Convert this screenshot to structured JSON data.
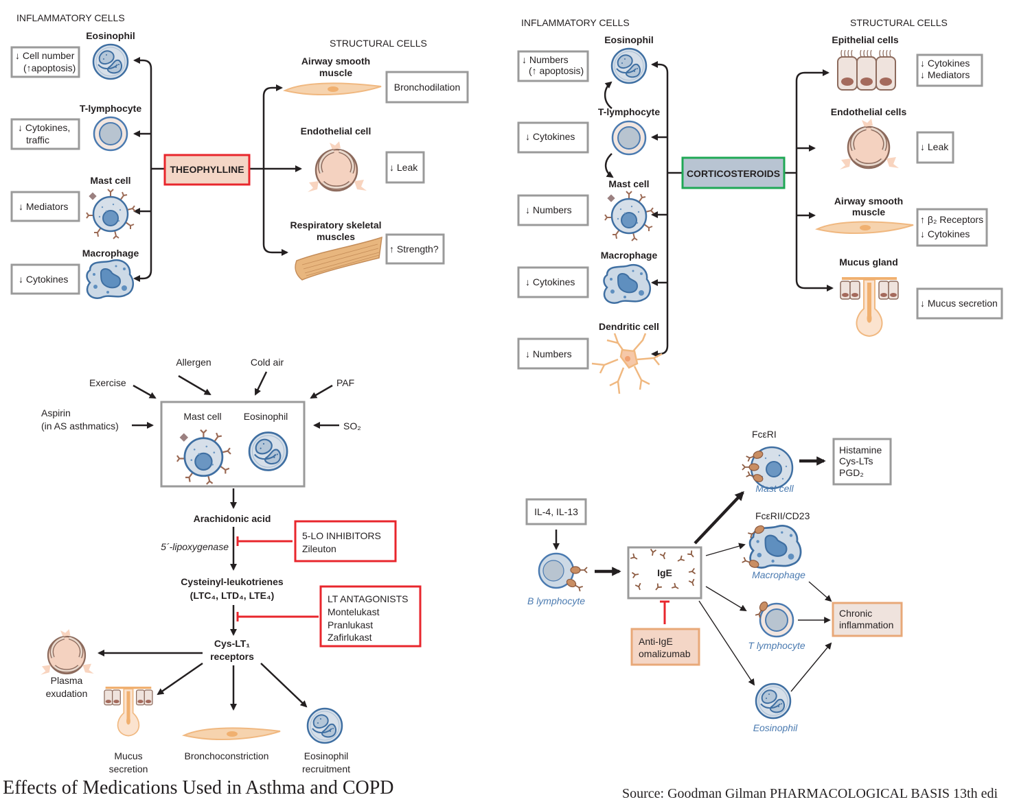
{
  "caption": {
    "title": "Effects of Medications Used in Asthma and COPD",
    "source": "Source: Goodman Gilman PHARMACOLOGICAL BASIS 13th edi"
  },
  "theophylline": {
    "drug": "THEOPHYLLINE",
    "inflammatory_header": "INFLAMMATORY CELLS",
    "structural_header": "STRUCTURAL CELLS",
    "inflammatory": [
      {
        "cell": "Eosinophil",
        "effect_lines": [
          "↓ Cell number",
          "(↑apoptosis)"
        ]
      },
      {
        "cell": "T-lymphocyte",
        "effect_lines": [
          "↓ Cytokines,",
          "traffic"
        ]
      },
      {
        "cell": "Mast cell",
        "effect_lines": [
          "↓ Mediators"
        ]
      },
      {
        "cell": "Macrophage",
        "effect_lines": [
          "↓ Cytokines"
        ]
      }
    ],
    "structural": [
      {
        "cell_lines": [
          "Airway smooth",
          "muscle"
        ],
        "effect": "Bronchodilation"
      },
      {
        "cell_lines": [
          "Endothelial cell"
        ],
        "effect": "↓ Leak"
      },
      {
        "cell_lines": [
          "Respiratory skeletal",
          "muscles"
        ],
        "effect": "↑ Strength?"
      }
    ]
  },
  "corticosteroids": {
    "drug": "CORTICOSTEROIDS",
    "inflammatory_header": "INFLAMMATORY CELLS",
    "structural_header": "STRUCTURAL CELLS",
    "inflammatory": [
      {
        "cell": "Eosinophil",
        "effect_lines": [
          "↓ Numbers",
          "(↑ apoptosis)"
        ]
      },
      {
        "cell": "T-lymphocyte",
        "effect_lines": [
          "↓  Cytokines"
        ]
      },
      {
        "cell": "Mast cell",
        "effect_lines": [
          "↓ Numbers"
        ]
      },
      {
        "cell": "Macrophage",
        "effect_lines": [
          "↓  Cytokines"
        ]
      },
      {
        "cell": "Dendritic cell",
        "effect_lines": [
          "↓ Numbers"
        ]
      }
    ],
    "structural": [
      {
        "cell_lines": [
          "Epithelial cells"
        ],
        "effect_lines": [
          "↓ Cytokines",
          "↓ Mediators"
        ]
      },
      {
        "cell_lines": [
          "Endothelial cells"
        ],
        "effect_lines": [
          "↓ Leak"
        ]
      },
      {
        "cell_lines": [
          "Airway smooth",
          "muscle"
        ],
        "effect_lines": [
          "↑ β₂ Receptors",
          "↓ Cytokines"
        ]
      },
      {
        "cell_lines": [
          "Mucus gland"
        ],
        "effect_lines": [
          "↓ Mucus secretion"
        ]
      }
    ]
  },
  "leukotriene": {
    "triggers": {
      "exercise": "Exercise",
      "allergen": "Allergen",
      "cold_air": "Cold air",
      "paf": "PAF",
      "aspirin_lines": [
        "Aspirin",
        "(in AS asthmatics)"
      ],
      "so2": "SO₂"
    },
    "cells": [
      "Mast cell",
      "Eosinophil"
    ],
    "arachidonic": "Arachidonic acid",
    "enzyme": "5´-lipoxygenase",
    "cys_lt_lines": [
      "Cysteinyl-leukotrienes",
      "(LTC₄, LTD₄, LTE₄)"
    ],
    "receptor_lines": [
      "Cys-LT₁",
      "receptors"
    ],
    "inhibitor_5lo": [
      "5-LO INHIBITORS",
      "Zileuton"
    ],
    "lt_antagonists": [
      "LT ANTAGONISTS",
      "Montelukast",
      "Pranlukast",
      "Zafirlukast"
    ],
    "outcomes": {
      "plasma": [
        "Plasma",
        "exudation"
      ],
      "mucus": [
        "Mucus",
        "secretion"
      ],
      "broncho": [
        "Bronchoconstriction"
      ],
      "eos": [
        "Eosinophil",
        "recruitment"
      ]
    }
  },
  "ige": {
    "cytokines": "IL-4, IL-13",
    "b_cell": "B lymphocyte",
    "ige": "IgE",
    "anti_ige": [
      "Anti-IgE",
      "omalizumab"
    ],
    "receptor1": "FcεRI",
    "mast": "Mast cell",
    "mediators": [
      "Histamine",
      "Cys-LTs",
      "PGD₂"
    ],
    "receptor2": "FcεRII/CD23",
    "macrophage": "Macrophage",
    "t_cell": "T lymphocyte",
    "eosinophil": "Eosinophil",
    "chronic": [
      "Chronic",
      "inflammation"
    ]
  },
  "colors": {
    "theophylline_border": "#e8262c",
    "theophylline_fill": "#f4d6c6",
    "corticosteroid_border": "#1fa855",
    "corticosteroid_fill": "#b8c4d2",
    "inhibitor_red": "#e8262c",
    "anti_ige_fill": "#f4d6c6",
    "anti_ige_border": "#e8a878",
    "cell_blue": "#4a7ab0",
    "tissue_tan": "#f0c08e"
  }
}
